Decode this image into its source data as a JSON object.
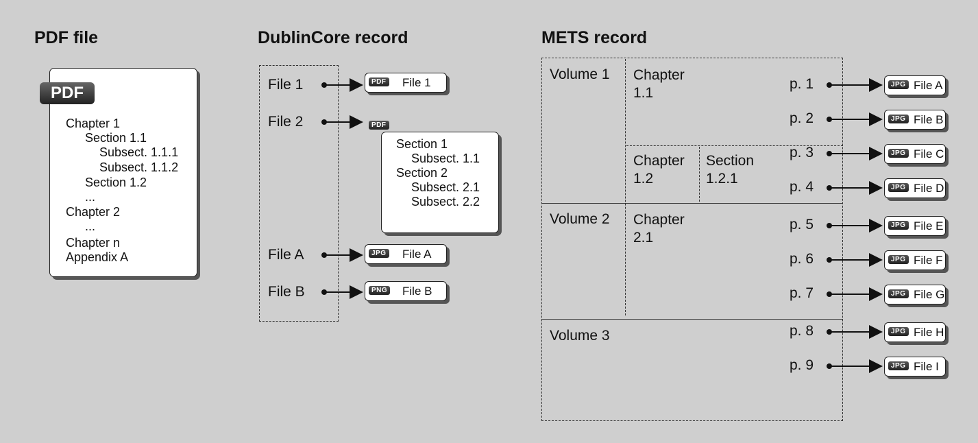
{
  "pdf": {
    "title": "PDF file",
    "badge": "PDF",
    "lines": [
      "Chapter 1",
      "Section 1.1",
      "Subsect. 1.1.1",
      "Subsect. 1.1.2",
      "Section 1.2",
      "...",
      "Chapter 2",
      "...",
      "Chapter n",
      "Appendix A"
    ]
  },
  "dublin": {
    "title": "DublinCore record",
    "rows": [
      {
        "label": "File 1",
        "badge": "PDF",
        "file": "File 1"
      },
      {
        "label": "File 2",
        "badge": "PDF",
        "file": ""
      },
      {
        "label": "File A",
        "badge": "JPG",
        "file": "File A"
      },
      {
        "label": "File B",
        "badge": "PNG",
        "file": "File B"
      }
    ],
    "file2_lines": [
      "Section 1",
      "Subsect. 1.1",
      "Section 2",
      "Subsect. 2.1",
      "Subsect. 2.2"
    ]
  },
  "mets": {
    "title": "METS record",
    "volumes": [
      "Volume 1",
      "Volume 2",
      "Volume 3"
    ],
    "chapters": [
      "Chapter 1.1",
      "Chapter 1.2",
      "Chapter 2.1"
    ],
    "section": "Section 1.2.1",
    "pages": [
      {
        "page": "p. 1",
        "badge": "JPG",
        "file": "File A"
      },
      {
        "page": "p. 2",
        "badge": "JPG",
        "file": "File B"
      },
      {
        "page": "p. 3",
        "badge": "JPG",
        "file": "File C"
      },
      {
        "page": "p. 4",
        "badge": "JPG",
        "file": "File D"
      },
      {
        "page": "p. 5",
        "badge": "JPG",
        "file": "File E"
      },
      {
        "page": "p. 6",
        "badge": "JPG",
        "file": "File F"
      },
      {
        "page": "p. 7",
        "badge": "JPG",
        "file": "File G"
      },
      {
        "page": "p. 8",
        "badge": "JPG",
        "file": "File H"
      },
      {
        "page": "p. 9",
        "badge": "JPG",
        "file": "File I"
      }
    ]
  }
}
